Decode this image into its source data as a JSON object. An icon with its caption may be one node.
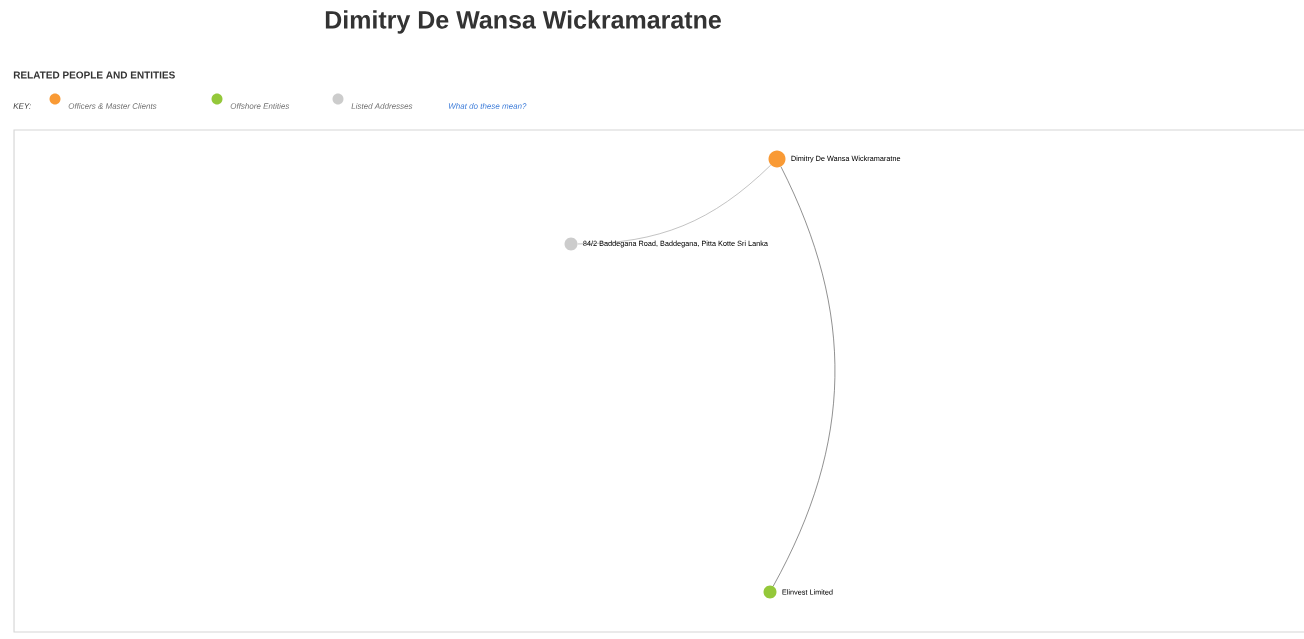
{
  "diagram": {
    "title": "Dimitry De Wansa Wickramaratne",
    "nodes": [
      {
        "text": [],
        "shape": "circle",
        "beside": [
          "Dimitry De Wansa Wickramaratne"
        ]
      },
      {
        "text": [],
        "shape": "circle",
        "beside": [
          "84/2 Baddegana Road, Baddegana, Pitta Kotte Sri Lanka"
        ]
      },
      {
        "text": [],
        "shape": "circle",
        "beside": [
          "Elinvest Limited"
        ]
      }
    ],
    "edges": [
      {
        "from": 0,
        "to": 1,
        "arrow": "none",
        "color": "#9a9a9a"
      },
      {
        "from": 0,
        "to": 2,
        "arrow": "none"
      }
    ],
    "labels": [
      "RELATED PEOPLE AND ENTITIES",
      "KEY:",
      "What do these mean?"
    ],
    "legend": [
      {
        "text": "Officers & Master Clients",
        "color": "#f99a35"
      },
      {
        "text": "Offshore Entities",
        "color": "#94c83a"
      },
      {
        "text": "Listed Addresses",
        "color": "#cccccc"
      }
    ]
  }
}
